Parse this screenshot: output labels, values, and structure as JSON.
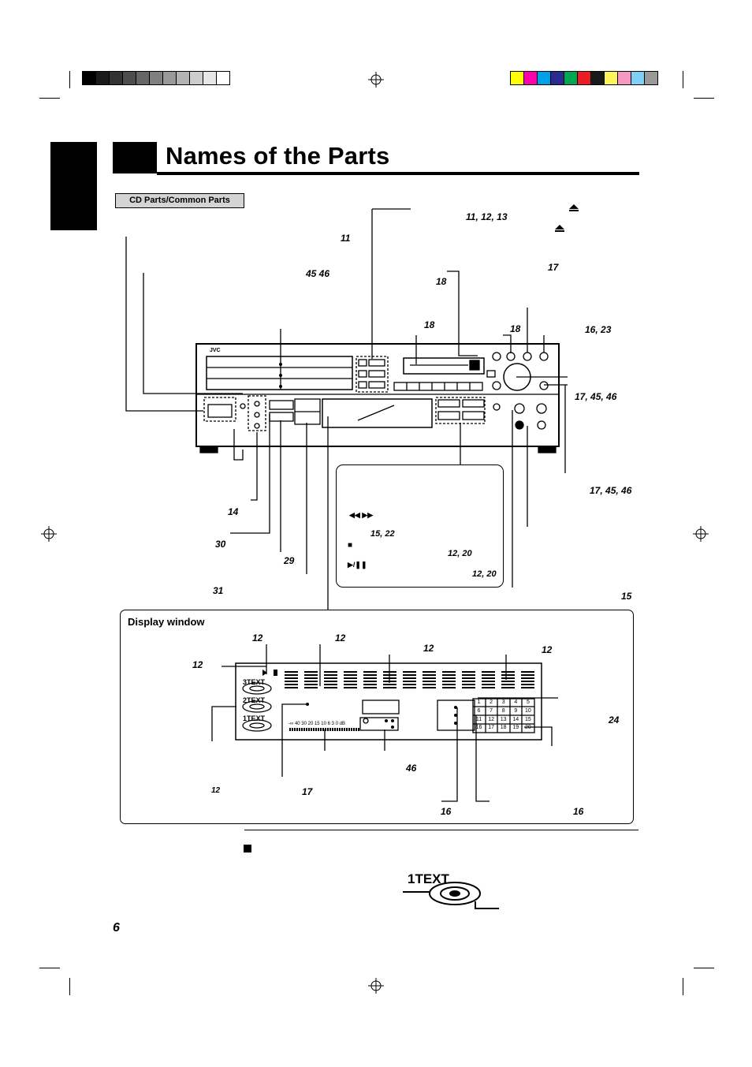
{
  "page": {
    "title": "Names of the Parts",
    "section_label": "CD Parts/Common Parts",
    "page_number": "6",
    "display_window_label": "Display window"
  },
  "colors": {
    "grayscale_bar": [
      "#000000",
      "#1a1a1a",
      "#333333",
      "#4d4d4d",
      "#666666",
      "#808080",
      "#999999",
      "#b3b3b3",
      "#cccccc",
      "#e6e6e6",
      "#ffffff"
    ],
    "color_bar": [
      "#ffff00",
      "#ff00aa",
      "#00a0e9",
      "#2a2a8f",
      "#00a651",
      "#ed1c24",
      "#1a1a1a",
      "#fff35c",
      "#f49ac1",
      "#7fd0f5",
      "#999999"
    ]
  },
  "refs": {
    "r1": "11, 12, 13",
    "r2": "11",
    "r3": "45  46",
    "r4": "17",
    "r5": "18",
    "r6": "18",
    "r7": "18",
    "r8": "16, 23",
    "r9": "17, 45, 46",
    "r10": "17, 45, 46",
    "r11": "14",
    "r12": "30",
    "r13": "29",
    "r14": "31",
    "r15": "15"
  },
  "key_panel": {
    "skip_symbols": "◀◀  ▶▶",
    "skip_ref": "15, 22",
    "stop_symbol": "■",
    "stop_ref": "12, 20",
    "play_symbol": "▶/❚❚",
    "play_ref": "12, 20"
  },
  "display_refs": {
    "d1": "12",
    "d2": "12",
    "d3": "12",
    "d4": "12",
    "d5": "12",
    "d6": "24",
    "d7": "46",
    "d8": "12",
    "d9": "17",
    "d10": "16",
    "d11": "16"
  },
  "display": {
    "text_disc_3": "3TEXT",
    "text_disc_2": "2TEXT",
    "text_disc_1": "1TEXT",
    "level_scale": "-∞ 40 30 20 15 10  6  3  0 dB",
    "calendar": [
      "1",
      "2",
      "3",
      "4",
      "5",
      "6",
      "7",
      "8",
      "9",
      "10",
      "11",
      "12",
      "13",
      "14",
      "15",
      "16",
      "17",
      "18",
      "19",
      "20"
    ]
  },
  "device": {
    "brand": "JVC"
  },
  "footnote": {
    "icon_text": "1TEXT"
  }
}
